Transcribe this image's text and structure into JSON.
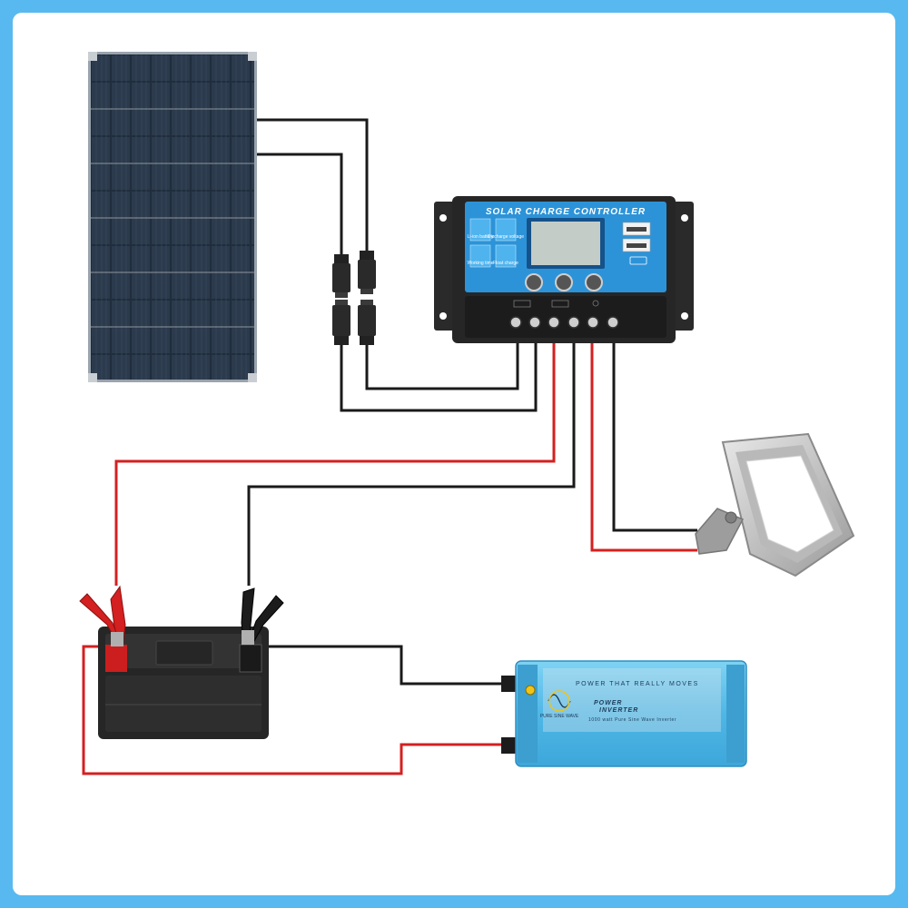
{
  "controller": {
    "title": "SOLAR CHARGE CONTROLLER",
    "button_labels": [
      "Li-ion battery",
      "Discharge voltage",
      "Working time",
      "Float charge"
    ]
  },
  "inverter": {
    "slogan": "POWER THAT REALLY MOVES",
    "brand_line_1": "POWER",
    "brand_line_2": "INVERTER",
    "spec": "1000 watt Pure Sine Wave Inverter",
    "logo_text": "PURE SINE WAVE"
  },
  "colors": {
    "frame": "#58b9f0",
    "wire_positive": "#d42020",
    "wire_negative": "#1a1a1a",
    "controller_face": "#2d93d8",
    "inverter_body": "#55c0ec"
  }
}
